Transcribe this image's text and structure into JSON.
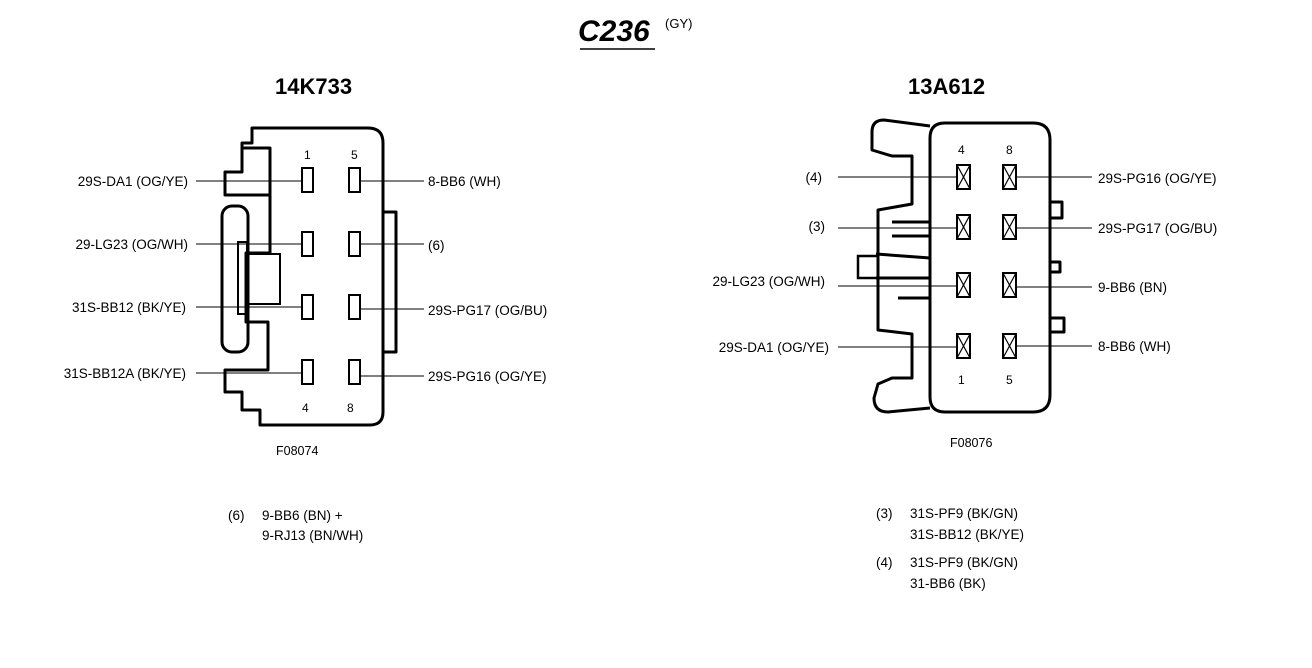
{
  "title": {
    "text": "C236",
    "color_code": "(GY)"
  },
  "left_connector": {
    "part_number": "14K733",
    "figure_id": "F08074",
    "top_pins": [
      "1",
      "5"
    ],
    "bottom_pins": [
      "4",
      "8"
    ],
    "left_wires": [
      "29S-DA1 (OG/YE)",
      "29-LG23 (OG/WH)",
      "31S-BB12 (BK/YE)",
      "31S-BB12A (BK/YE)"
    ],
    "right_wires": [
      "8-BB6 (WH)",
      "(6)",
      "29S-PG17 (OG/BU)",
      "29S-PG16 (OG/YE)"
    ],
    "notes": [
      {
        "ref": "(6)",
        "lines": [
          "9-BB6 (BN) +",
          "9-RJ13  (BN/WH)"
        ]
      }
    ]
  },
  "right_connector": {
    "part_number": "13A612",
    "figure_id": "F08076",
    "top_pins": [
      "4",
      "8"
    ],
    "bottom_pins": [
      "1",
      "5"
    ],
    "left_wires": [
      "(4)",
      "(3)",
      "29-LG23 (OG/WH)",
      "29S-DA1 (OG/YE)"
    ],
    "right_wires": [
      "29S-PG16 (OG/YE)",
      "29S-PG17 (OG/BU)",
      "9-BB6 (BN)",
      "8-BB6 (WH)"
    ],
    "notes": [
      {
        "ref": "(3)",
        "lines": [
          "31S-PF9 (BK/GN)",
          "31S-BB12 (BK/YE)"
        ]
      },
      {
        "ref": "(4)",
        "lines": [
          "31S-PF9 (BK/GN)",
          "31-BB6 (BK)"
        ]
      }
    ]
  }
}
